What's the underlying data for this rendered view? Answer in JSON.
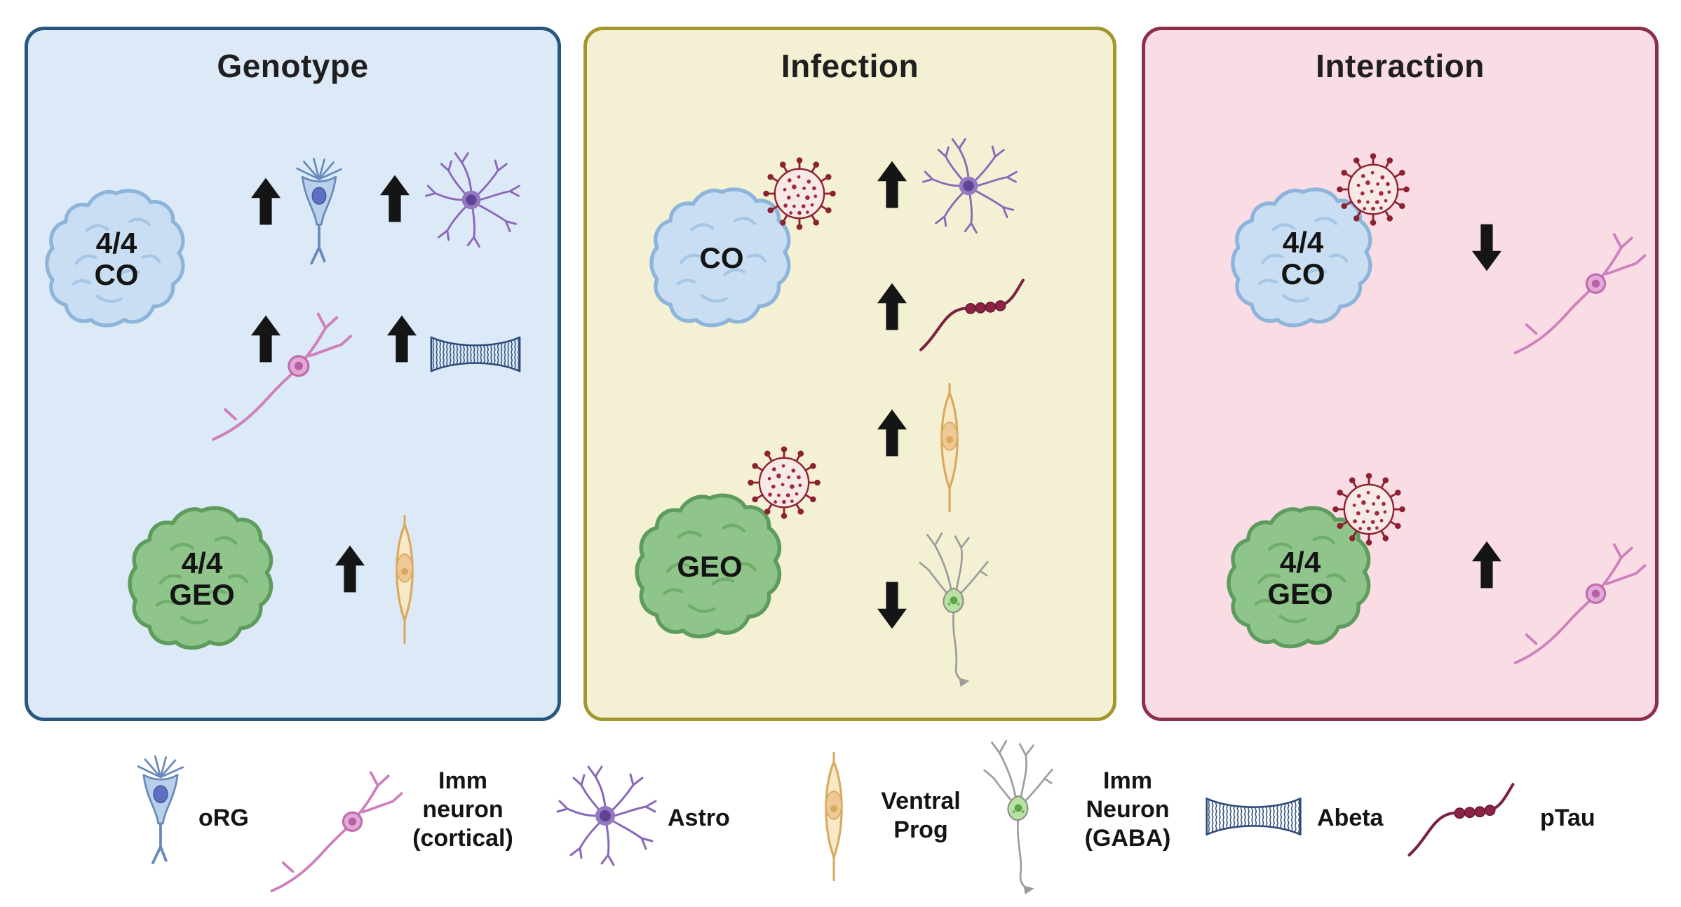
{
  "colors": {
    "genotype-bg": "#dce9f6",
    "genotype-border": "#27567f",
    "infection-bg": "#f4f0d3",
    "infection-border": "#a2962d",
    "interaction-bg": "#f9dce4",
    "interaction-border": "#8e2f4a",
    "organoid-co-fill": "#c9def2",
    "organoid-co-stroke": "#8db4da",
    "organoid-geo-fill": "#8fc48b",
    "organoid-geo-stroke": "#5d9c5d",
    "arrow": "#151515",
    "virus": "#8c2130",
    "astro": "#8a68b8",
    "imm-neuron": "#cf7fbc",
    "org-cell": "#6889bb",
    "ventral-prog": "#d9a85f",
    "gaba-neuron": "#9c9c9c",
    "abeta": "#2c4a78",
    "ptau": "#7c2040"
  },
  "panels": [
    {
      "title": "Genotype",
      "organoids": [
        {
          "label": "4/4\nCO",
          "virus": false,
          "effects": [
            {
              "change": "increase",
              "target": "oRG"
            },
            {
              "change": "increase",
              "target": "Astro"
            },
            {
              "change": "increase",
              "target": "Imm neuron (cortical)"
            },
            {
              "change": "increase",
              "target": "Abeta"
            }
          ]
        },
        {
          "label": "4/4\nGEO",
          "virus": false,
          "effects": [
            {
              "change": "increase",
              "target": "Ventral Prog"
            }
          ]
        }
      ]
    },
    {
      "title": "Infection",
      "organoids": [
        {
          "label": "CO",
          "virus": true,
          "effects": [
            {
              "change": "increase",
              "target": "Astro"
            },
            {
              "change": "increase",
              "target": "pTau"
            }
          ]
        },
        {
          "label": "GEO",
          "virus": true,
          "effects": [
            {
              "change": "increase",
              "target": "Ventral Prog"
            },
            {
              "change": "decrease",
              "target": "Imm Neuron (GABA)"
            }
          ]
        }
      ]
    },
    {
      "title": "Interaction",
      "organoids": [
        {
          "label": "4/4\nCO",
          "virus": true,
          "effects": [
            {
              "change": "decrease",
              "target": "Imm neuron (cortical)"
            }
          ]
        },
        {
          "label": "4/4\nGEO",
          "virus": true,
          "effects": [
            {
              "change": "increase",
              "target": "Imm neuron (cortical)"
            }
          ]
        }
      ]
    }
  ],
  "legend": {
    "items": [
      {
        "icon": "org-cell-icon",
        "label": "oRG"
      },
      {
        "icon": "imm-neuron-cortical-icon",
        "label": "Imm\nneuron\n(cortical)"
      },
      {
        "icon": "astrocyte-icon",
        "label": "Astro"
      },
      {
        "icon": "ventral-prog-icon",
        "label": "Ventral\nProg"
      },
      {
        "icon": "gaba-neuron-icon",
        "label": "Imm\nNeuron\n(GABA)"
      },
      {
        "icon": "abeta-icon",
        "label": "Abeta"
      },
      {
        "icon": "ptau-icon",
        "label": "pTau"
      }
    ]
  }
}
